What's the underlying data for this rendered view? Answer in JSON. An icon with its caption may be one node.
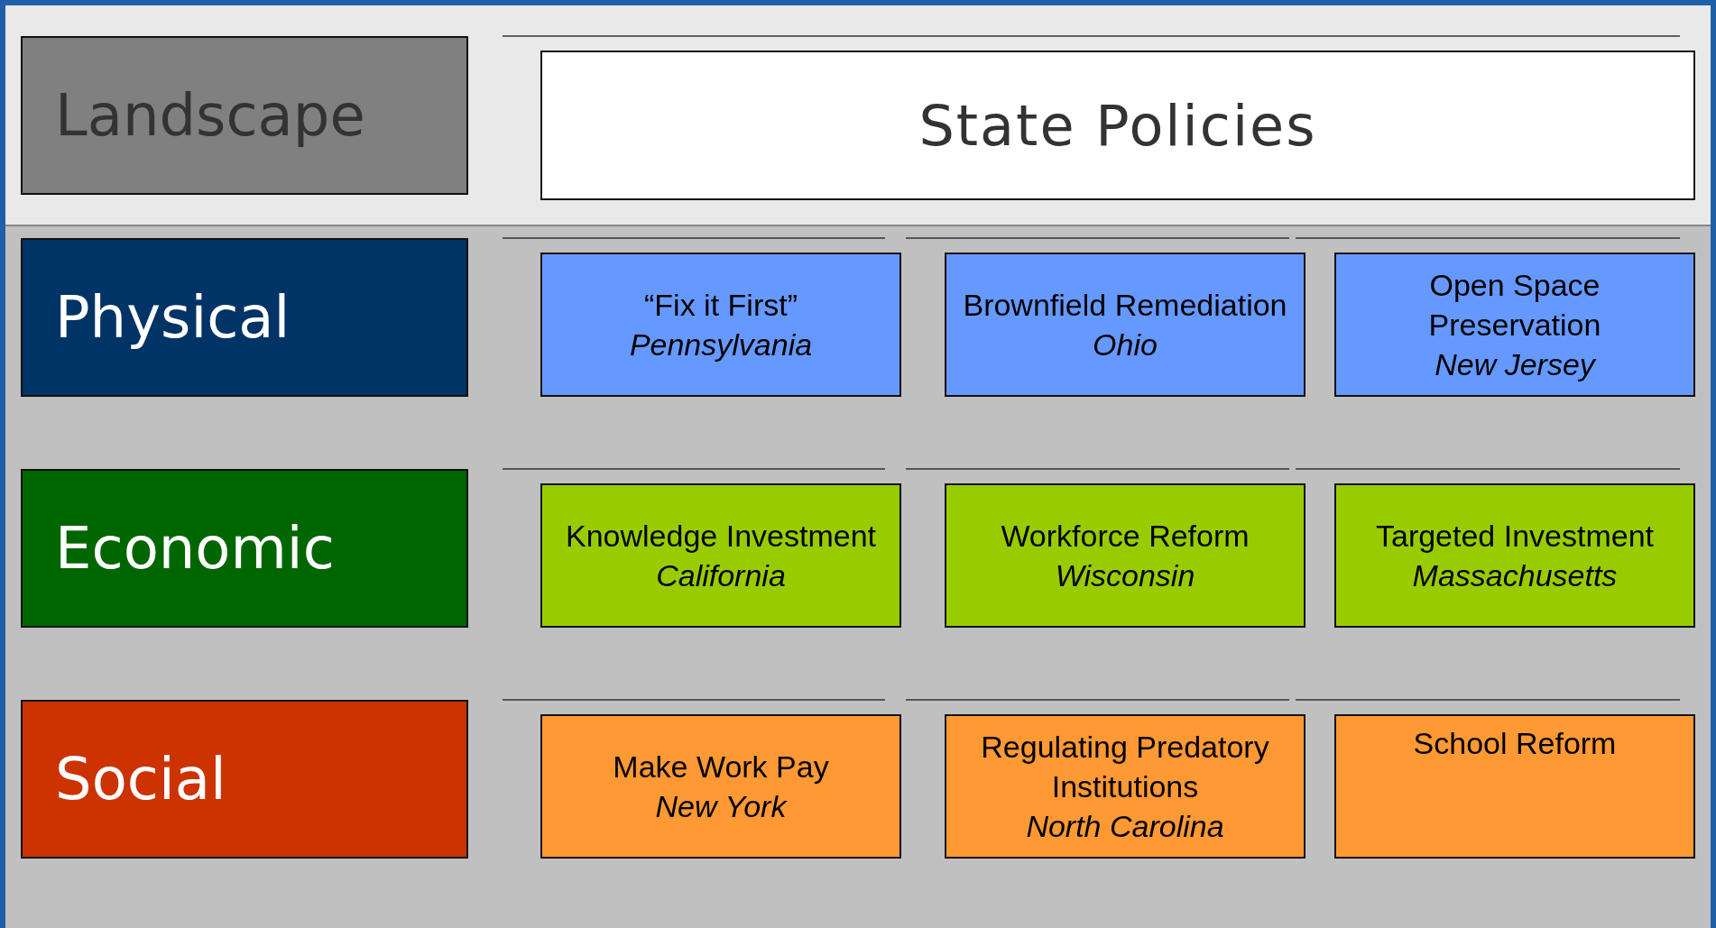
{
  "diagram": {
    "nodes": [
      {
        "text": [
          "Landscape"
        ]
      },
      {
        "text": [
          "State Policies"
        ]
      },
      {
        "text": [
          "Physical"
        ]
      },
      {
        "text": [
          "“Fix it First”",
          "Pennsylvania"
        ]
      },
      {
        "text": [
          "Brownfield Remediation",
          "Ohio"
        ]
      },
      {
        "text": [
          "Open Space Preservation",
          "New Jersey"
        ]
      },
      {
        "text": [
          "Economic"
        ]
      },
      {
        "text": [
          "Knowledge Investment",
          "California"
        ]
      },
      {
        "text": [
          "Workforce Reform",
          "Wisconsin"
        ]
      },
      {
        "text": [
          "Targeted Investment",
          "Massachusetts"
        ]
      },
      {
        "text": [
          "Social"
        ]
      },
      {
        "text": [
          "Make Work Pay",
          "New York"
        ]
      },
      {
        "text": [
          "Regulating Predatory Institutions",
          "North Carolina"
        ]
      },
      {
        "text": [
          "School Reform"
        ]
      }
    ]
  }
}
